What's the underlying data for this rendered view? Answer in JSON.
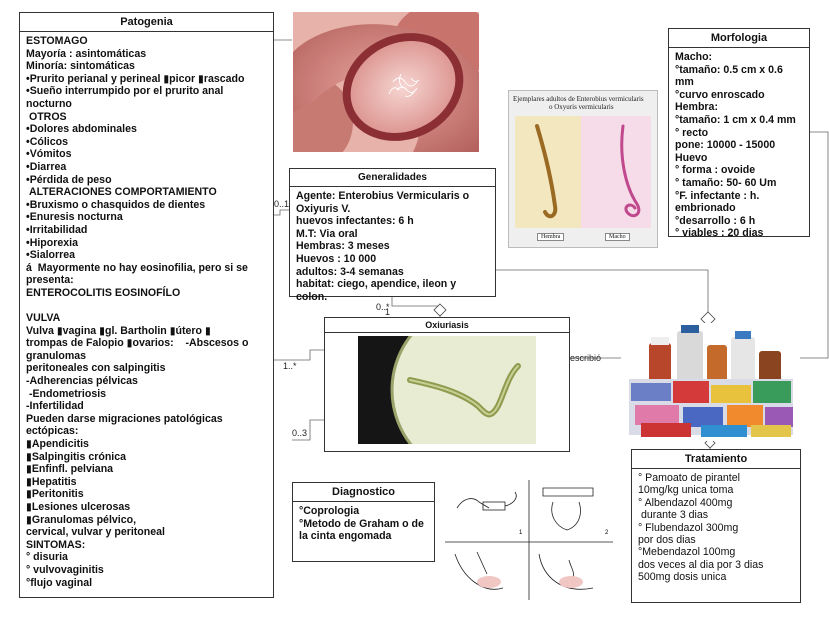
{
  "patogenia": {
    "title": "Patogenia",
    "lines": [
      "ESTOMAGO",
      "Mayoría : asintomáticas",
      "Minoría: sintomáticas",
      "•Prurito perianal y perineal ▮picor ▮rascado",
      "•Sueño interrumpido por el prurito anal",
      "nocturno",
      " OTROS",
      "•Dolores abdominales",
      "•Cólicos",
      "•Vómitos",
      "•Diarrea",
      "•Pérdida de peso",
      " ALTERACIONES COMPORTAMIENTO",
      "•Bruxismo o chasquidos de dientes",
      "•Enuresis nocturna",
      "•Irritabilidad",
      "•Hiporexia",
      "•Sialorrea",
      "á  Mayormente no hay eosinofilia, pero si se",
      "presenta:",
      "ENTEROCOLITIS EOSINOFÍLO",
      "",
      "VULVA",
      "Vulva ▮vagina ▮gl. Bartholin ▮útero ▮",
      "trompas de Falopio ▮ovarios:    -Abscesos o",
      "granulomas",
      "peritoneales con salpingitis",
      "-Adherencias pélvicas",
      " -Endometriosis",
      "-Infertilidad",
      "Pueden darse migraciones patológicas",
      "ectópicas:",
      "▮Apendicitis",
      "▮Salpingitis crónica",
      "▮Enfinfl. pelviana",
      "▮Hepatitis",
      "▮Peritonitis",
      "▮Lesiones ulcerosas",
      "▮Granulomas pélvico,",
      "cervical, vulvar y peritoneal",
      "SINTOMAS:",
      "° disuria",
      "° vulvovaginitis",
      "°flujo vaginal"
    ]
  },
  "generalidades": {
    "title": "Generalidades",
    "lines": [
      "Agente: Enterobius Vermicularis o",
      "Oxiyuris V.",
      "huevos infectantes: 6 h",
      "M.T: Via oral",
      "Hembras: 3 meses",
      "Huevos : 10 000",
      "adultos: 3-4 semanas",
      "habitat: ciego, apendice, ileon y colon."
    ]
  },
  "morfologia": {
    "title": "Morfologia",
    "lines": [
      "Macho:",
      "°tamaño: 0.5 cm x 0.6 mm",
      "°curvo enroscado",
      "Hembra:",
      "°tamaño: 1 cm x 0.4 mm",
      "° recto",
      "pone: 10000 - 15000",
      "Huevo",
      "° forma : ovoide",
      "° tamaño: 50- 60 Um",
      "°F. infectante : h.",
      "embrionado",
      "°desarrollo : 6 h",
      "° viables : 20 dias"
    ]
  },
  "oxiuriasis": {
    "title": "Oxiuriasis"
  },
  "diagnostico": {
    "title": "Diagnostico",
    "lines": [
      "°Coprologia",
      "°Metodo de Graham o de",
      "la cinta engomada"
    ]
  },
  "tratamiento": {
    "title": "Tratamiento",
    "lines": [
      "° Pamoato de pirantel",
      "10mg/kg unica toma",
      "° Albendazol 400mg",
      " durante 3 dias",
      "° Flubendazol 300mg",
      "por dos dias",
      "°Mebendazol 100mg",
      "dos veces al dia por 3 dias",
      "500mg dosis unica"
    ]
  },
  "worm_image": {
    "caption_line1": "Ejemplares adultos de Enterobius vermicularis",
    "caption_line2": "o Oxyuris vermicularis",
    "label_female": "Hembra",
    "label_male": "Macho"
  },
  "graham_steps": [
    "1",
    "2"
  ],
  "connectors": {
    "gen_to_pat": "0..1",
    "gen_to_oxi_a": "0..*",
    "gen_to_oxi_b": "1",
    "pat_to_oxi": "1..*",
    "diag_to_oxi": "0..3",
    "meds": "escribió"
  }
}
